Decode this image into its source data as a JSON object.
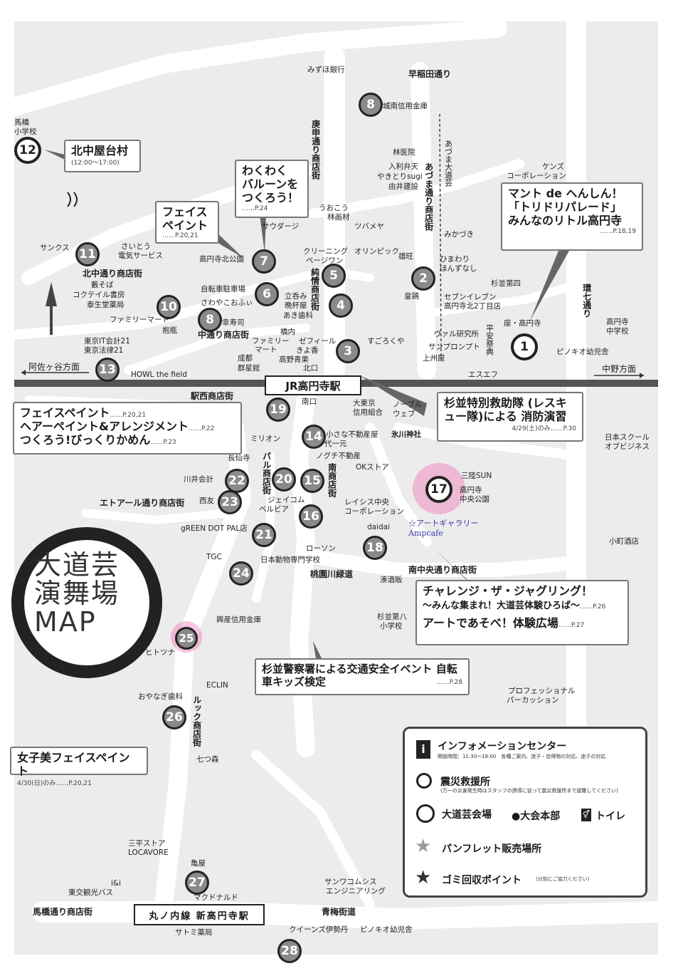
{
  "map": {
    "title": "大道芸 演舞場 MAP",
    "station_main": "JR高円寺駅",
    "station_sub": "丸ノ内線 新高円寺駅",
    "direction_left": "阿佐ヶ谷方面",
    "direction_right": "中野方面",
    "streets": {
      "waseda": "早稲田通り",
      "koshin": "庚申通り商店街",
      "azuma": "あづま通り商店街",
      "azuma_daidougei": "あづま大道芸",
      "kitanakadori": "北中通り商店街",
      "nakadori": "中通り商店街",
      "junjo": "純情商店街",
      "ekinishi": "駅西商店街",
      "kan7": "環七通り",
      "paru": "パル商店街",
      "minami": "南商店街",
      "etoaru": "エトアール通り商店街",
      "momozono": "桃園川緑道",
      "minamichuo": "南中央通り商店街",
      "look": "ルック商店街",
      "babahashi": "馬橋通り商店街",
      "oume": "青梅街道"
    },
    "venues": [
      {
        "num": "1"
      },
      {
        "num": "2"
      },
      {
        "num": "3"
      },
      {
        "num": "4"
      },
      {
        "num": "5"
      },
      {
        "num": "6"
      },
      {
        "num": "7"
      },
      {
        "num": "8"
      },
      {
        "num": "8"
      },
      {
        "num": "10"
      },
      {
        "num": "11"
      },
      {
        "num": "12"
      },
      {
        "num": "13"
      },
      {
        "num": "14"
      },
      {
        "num": "15"
      },
      {
        "num": "16"
      },
      {
        "num": "17"
      },
      {
        "num": "18"
      },
      {
        "num": "19"
      },
      {
        "num": "20"
      },
      {
        "num": "21"
      },
      {
        "num": "22"
      },
      {
        "num": "23"
      },
      {
        "num": "24"
      },
      {
        "num": "25"
      },
      {
        "num": "26"
      },
      {
        "num": "27"
      },
      {
        "num": "28"
      }
    ],
    "places": [
      "みずほ銀行",
      "城南信用金庫",
      "林医院",
      "入利弁天",
      "やきとりsugi",
      "由井建設",
      "ケンズ",
      "コーポレーション",
      "うおこう",
      "林画材",
      "ツバメヤ",
      "サウダージ",
      "馬橋",
      "小学校",
      "サンクス",
      "さいとう",
      "電気サービス",
      "藪そば",
      "コクテイル書房",
      "泰生堂薬局",
      "ファミリーマート",
      "抱瓶",
      "東京IT会計21",
      "東京法律21",
      "HOWL the field",
      "高円寺北公園",
      "自転車駐車場",
      "さわやこおふぃ",
      "幸寿司",
      "クリーニング",
      "ページワン",
      "オリンピック",
      "雄旺",
      "立呑み",
      "晩杯屋",
      "あき歯科",
      "橋内",
      "ゼフィール",
      "ファミリー",
      "マート",
      "成都",
      "群星館",
      "きよ香",
      "高野青果",
      "北口",
      "すごろくや",
      "ヴァル研究所",
      "サンプロンプト",
      "上州屋",
      "皇鶏",
      "みかづき",
      "ひまわり",
      "ほんずなし",
      "セブンイレブン",
      "高円寺北2丁目店",
      "座・高円寺",
      "杉並第四",
      "平安祭典",
      "ピノキオ幼児舎",
      "エスエフ",
      "高円寺",
      "中学校",
      "南口",
      "大東京",
      "信用組合",
      "ノーブル",
      "ウェブ",
      "氷川神社",
      "日本スクール",
      "オブビジネス",
      "ミリオン",
      "小さな不動産屋",
      "代一元",
      "ノグチ不動産",
      "OKストア",
      "長仙寺",
      "川井会計",
      "西友",
      "ジェイコム",
      "ベルビア",
      "三陸SUN",
      "高円寺",
      "中央公園",
      "レイシス中央",
      "コーポレーション",
      "gREEN DOT PAL店",
      "daidai",
      "TGC",
      "日本動物専門学校",
      "ローソン",
      "湊酒販",
      "小町酒店",
      "杉並第八",
      "小学校",
      "興産信用金庫",
      "ヒトツナ",
      "ECLIN",
      "おやなぎ歯科",
      "プロフェッショナル",
      "パーカッション",
      "七つ森",
      "三平ストア",
      "LOCAVORE",
      "亀屋",
      "i&i",
      "東交観光バス",
      "マクドナルド",
      "サトミ薬局",
      "サンワコムシス",
      "エンジニアリング",
      "クイーンズ伊勢丹",
      "ピノキオ幼児舎"
    ],
    "handwritten_note": "☆アートギャラリー Ampcafe"
  },
  "callouts": {
    "kitanakaya": {
      "title": "北中屋台村",
      "time": "(12:00～17:00)"
    },
    "waku": {
      "title": "わくわく バルーンを つくろう！",
      "page": "……P.24"
    },
    "face1": {
      "title": "フェイス ペイント",
      "page": "……P.20,21"
    },
    "manto": {
      "title": "マント de へんしん！ 「トリドリパレード」 みんなのリトル高円寺",
      "page": "……P.18,19"
    },
    "rescue": {
      "title": "杉並特別救助隊 (レスキュー隊)による 消防演習",
      "page": "4/29(土)のみ……P.30"
    },
    "multi": {
      "l1": "フェイスペイント",
      "p1": "……P.20,21",
      "l2": "ヘアーペイント&アレンジメント",
      "p2": "……P.22",
      "l3": "つくろう!びっくりかめん",
      "p3": "……P.23"
    },
    "challenge": {
      "l1": "チャレンジ・ザ・ジャグリング！",
      "l2": "～みんな集まれ！大道芸体験ひろば～",
      "p2": "……P.26",
      "l3": "アートであそべ！体験広場",
      "p3": "……P.27"
    },
    "police": {
      "title": "杉並警察署による交通安全イベント 自転車キッズ検定",
      "page": "……P.28"
    },
    "joshibi": {
      "title": "女子美フェイスペイント",
      "sub": "4/30(日)のみ……P.20,21"
    }
  },
  "legend": {
    "info": "インフォメーションセンター",
    "info_note": "開設時間：11:30～18:00　各種ご案内、迷子・拾得物の対応、迷子の対応",
    "disaster": "震災救援所",
    "disaster_note": "(万一の災害発生時はスタッフの誘導に従って震災救援所まで避難してください)",
    "venue": "大道芸会場",
    "hq": "●大会本部",
    "toilet": "トイレ",
    "pamphlet": "パンフレット販売場所",
    "garbage": "ゴミ回収ポイント",
    "garbage_note": "(分別にご協力ください)"
  },
  "colors": {
    "road": "#d6d6d6",
    "rail": "#555555",
    "marker": "#8a8a8a",
    "pink": "#f05aaa"
  }
}
